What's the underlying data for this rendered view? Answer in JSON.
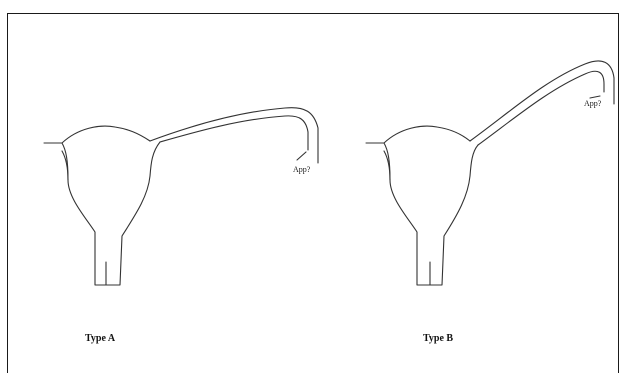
{
  "diagrams": [
    {
      "callout": "App?",
      "caption": "Type A"
    },
    {
      "callout": "App?",
      "caption": "Type B"
    }
  ]
}
